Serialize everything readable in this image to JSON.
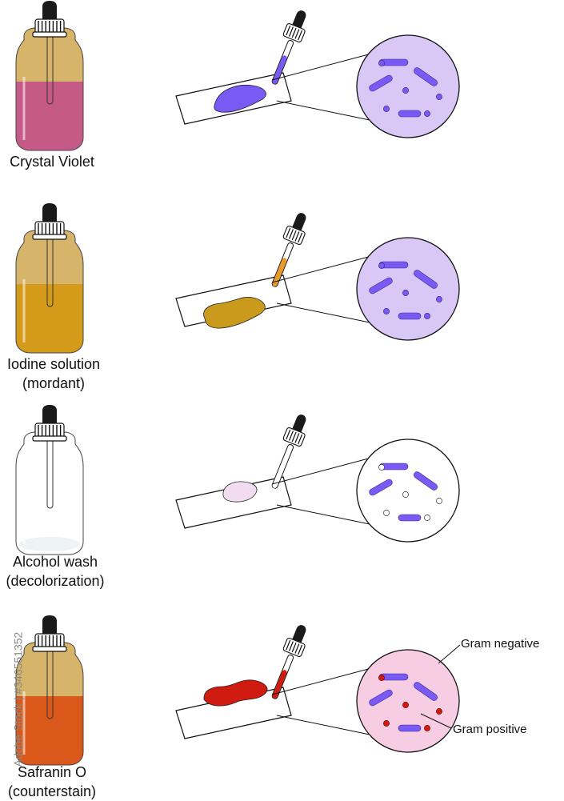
{
  "steps": [
    {
      "line1": "Crystal Violet",
      "line2": "",
      "bottle_fill": "#c65a86",
      "slide_stain": "#7a5af5",
      "circle_fill": "#d9c8f5",
      "dropper_fill": "#7a5af5"
    },
    {
      "line1": "Iodine solution",
      "line2": "(mordant)",
      "bottle_fill": "#d49a1a",
      "slide_stain": "#c99a1c",
      "circle_fill": "#d9c8f5",
      "dropper_fill": "#e89a2a"
    },
    {
      "line1": "Alcohol wash",
      "line2": "(decolorization)",
      "bottle_fill": "#ffffff",
      "slide_stain": "#f2dcef",
      "circle_fill": "#ffffff",
      "dropper_fill": "#ffffff"
    },
    {
      "line1": "Safranin O",
      "line2": "(counterstain)",
      "bottle_fill": "#d9581a",
      "slide_stain": "#d01c10",
      "circle_fill": "#f7cde3",
      "dropper_fill": "#d01c10"
    }
  ],
  "annotations": {
    "gram_negative": "Gram negative",
    "gram_positive": "Gram positive"
  },
  "colors": {
    "bottle_upper": "#d6b46a",
    "cap_dark": "#1a1a1a",
    "outline": "#000000",
    "bacteria_purple": "#7a5af5",
    "bacteria_red": "#d01c10"
  },
  "watermark": "Adobe Stock | #346551352"
}
